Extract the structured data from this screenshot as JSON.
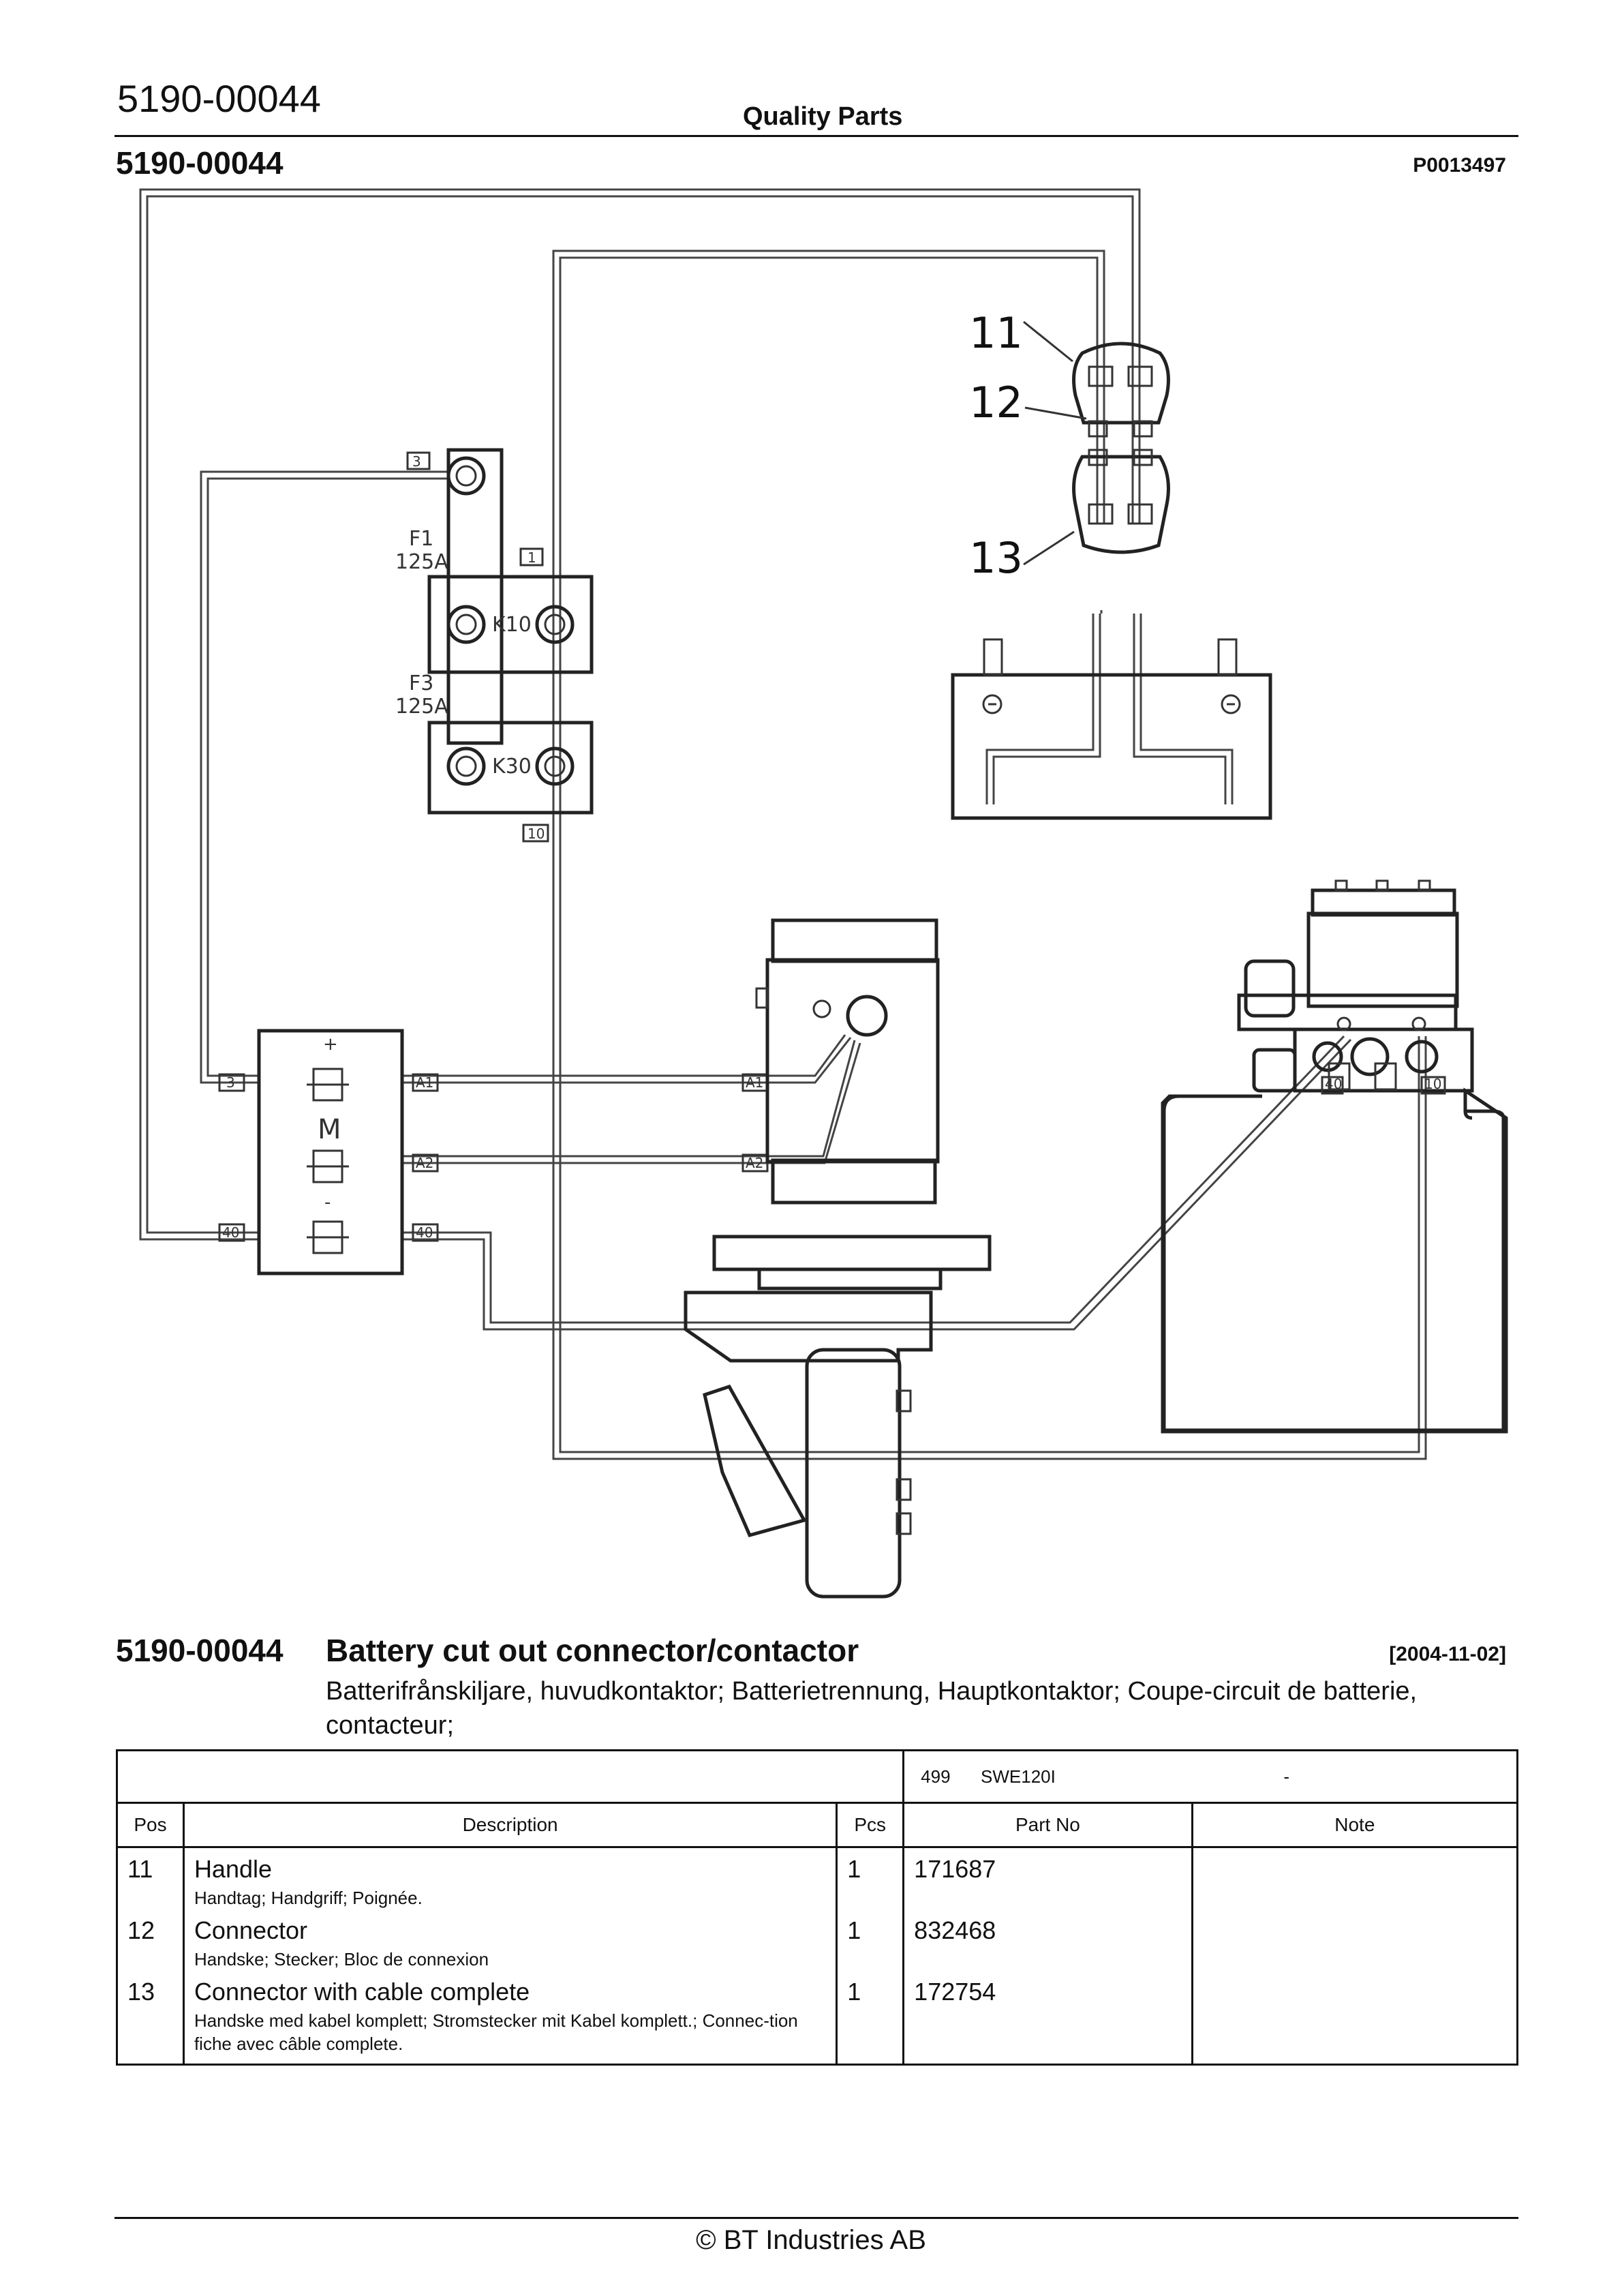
{
  "header": {
    "doc_number": "5190-00044",
    "center_label": "Quality Parts",
    "drawing_title": "5190-00044",
    "drawing_ref": "P0013497"
  },
  "diagram": {
    "callouts": [
      "11",
      "12",
      "13"
    ],
    "labels": {
      "f1": "F1",
      "f1_rating": "125A",
      "f3": "F3",
      "f3_rating": "125A",
      "k10": "K10",
      "k30": "K30",
      "plus": "+",
      "motor": "M",
      "minus": "-"
    },
    "wire_tags": {
      "w3": "3",
      "w1": "1",
      "w10": "10",
      "w40": "40",
      "a1": "A1",
      "a2": "A2"
    }
  },
  "section": {
    "code": "5190-00044",
    "title": "Battery cut out connector/contactor",
    "date": "[2004-11-02]",
    "translations": "Batterifrånskiljare, huvudkontaktor; Batterietrennung, Hauptkontaktor; Coupe-circuit de batterie, contacteur;"
  },
  "parts_table": {
    "model_code": "499",
    "model_name": "SWE120I",
    "model_note": "-",
    "headers": {
      "pos": "Pos",
      "description": "Description",
      "pcs": "Pcs",
      "part_no": "Part No",
      "note": "Note"
    },
    "rows": [
      {
        "pos": "11",
        "desc": "Handle",
        "desc_sub": "Handtag; Handgriff; Poignée.",
        "pcs": "1",
        "part_no": "171687",
        "note": ""
      },
      {
        "pos": "12",
        "desc": "Connector",
        "desc_sub": "Handske; Stecker; Bloc de connexion",
        "pcs": "1",
        "part_no": "832468",
        "note": ""
      },
      {
        "pos": "13",
        "desc": "Connector with cable complete",
        "desc_sub": "Handske med kabel komplett; Stromstecker mit Kabel komplett.; Connec-tion fiche avec câble complete.",
        "pcs": "1",
        "part_no": "172754",
        "note": ""
      }
    ]
  },
  "footer": {
    "copyright": "© BT Industries AB"
  }
}
